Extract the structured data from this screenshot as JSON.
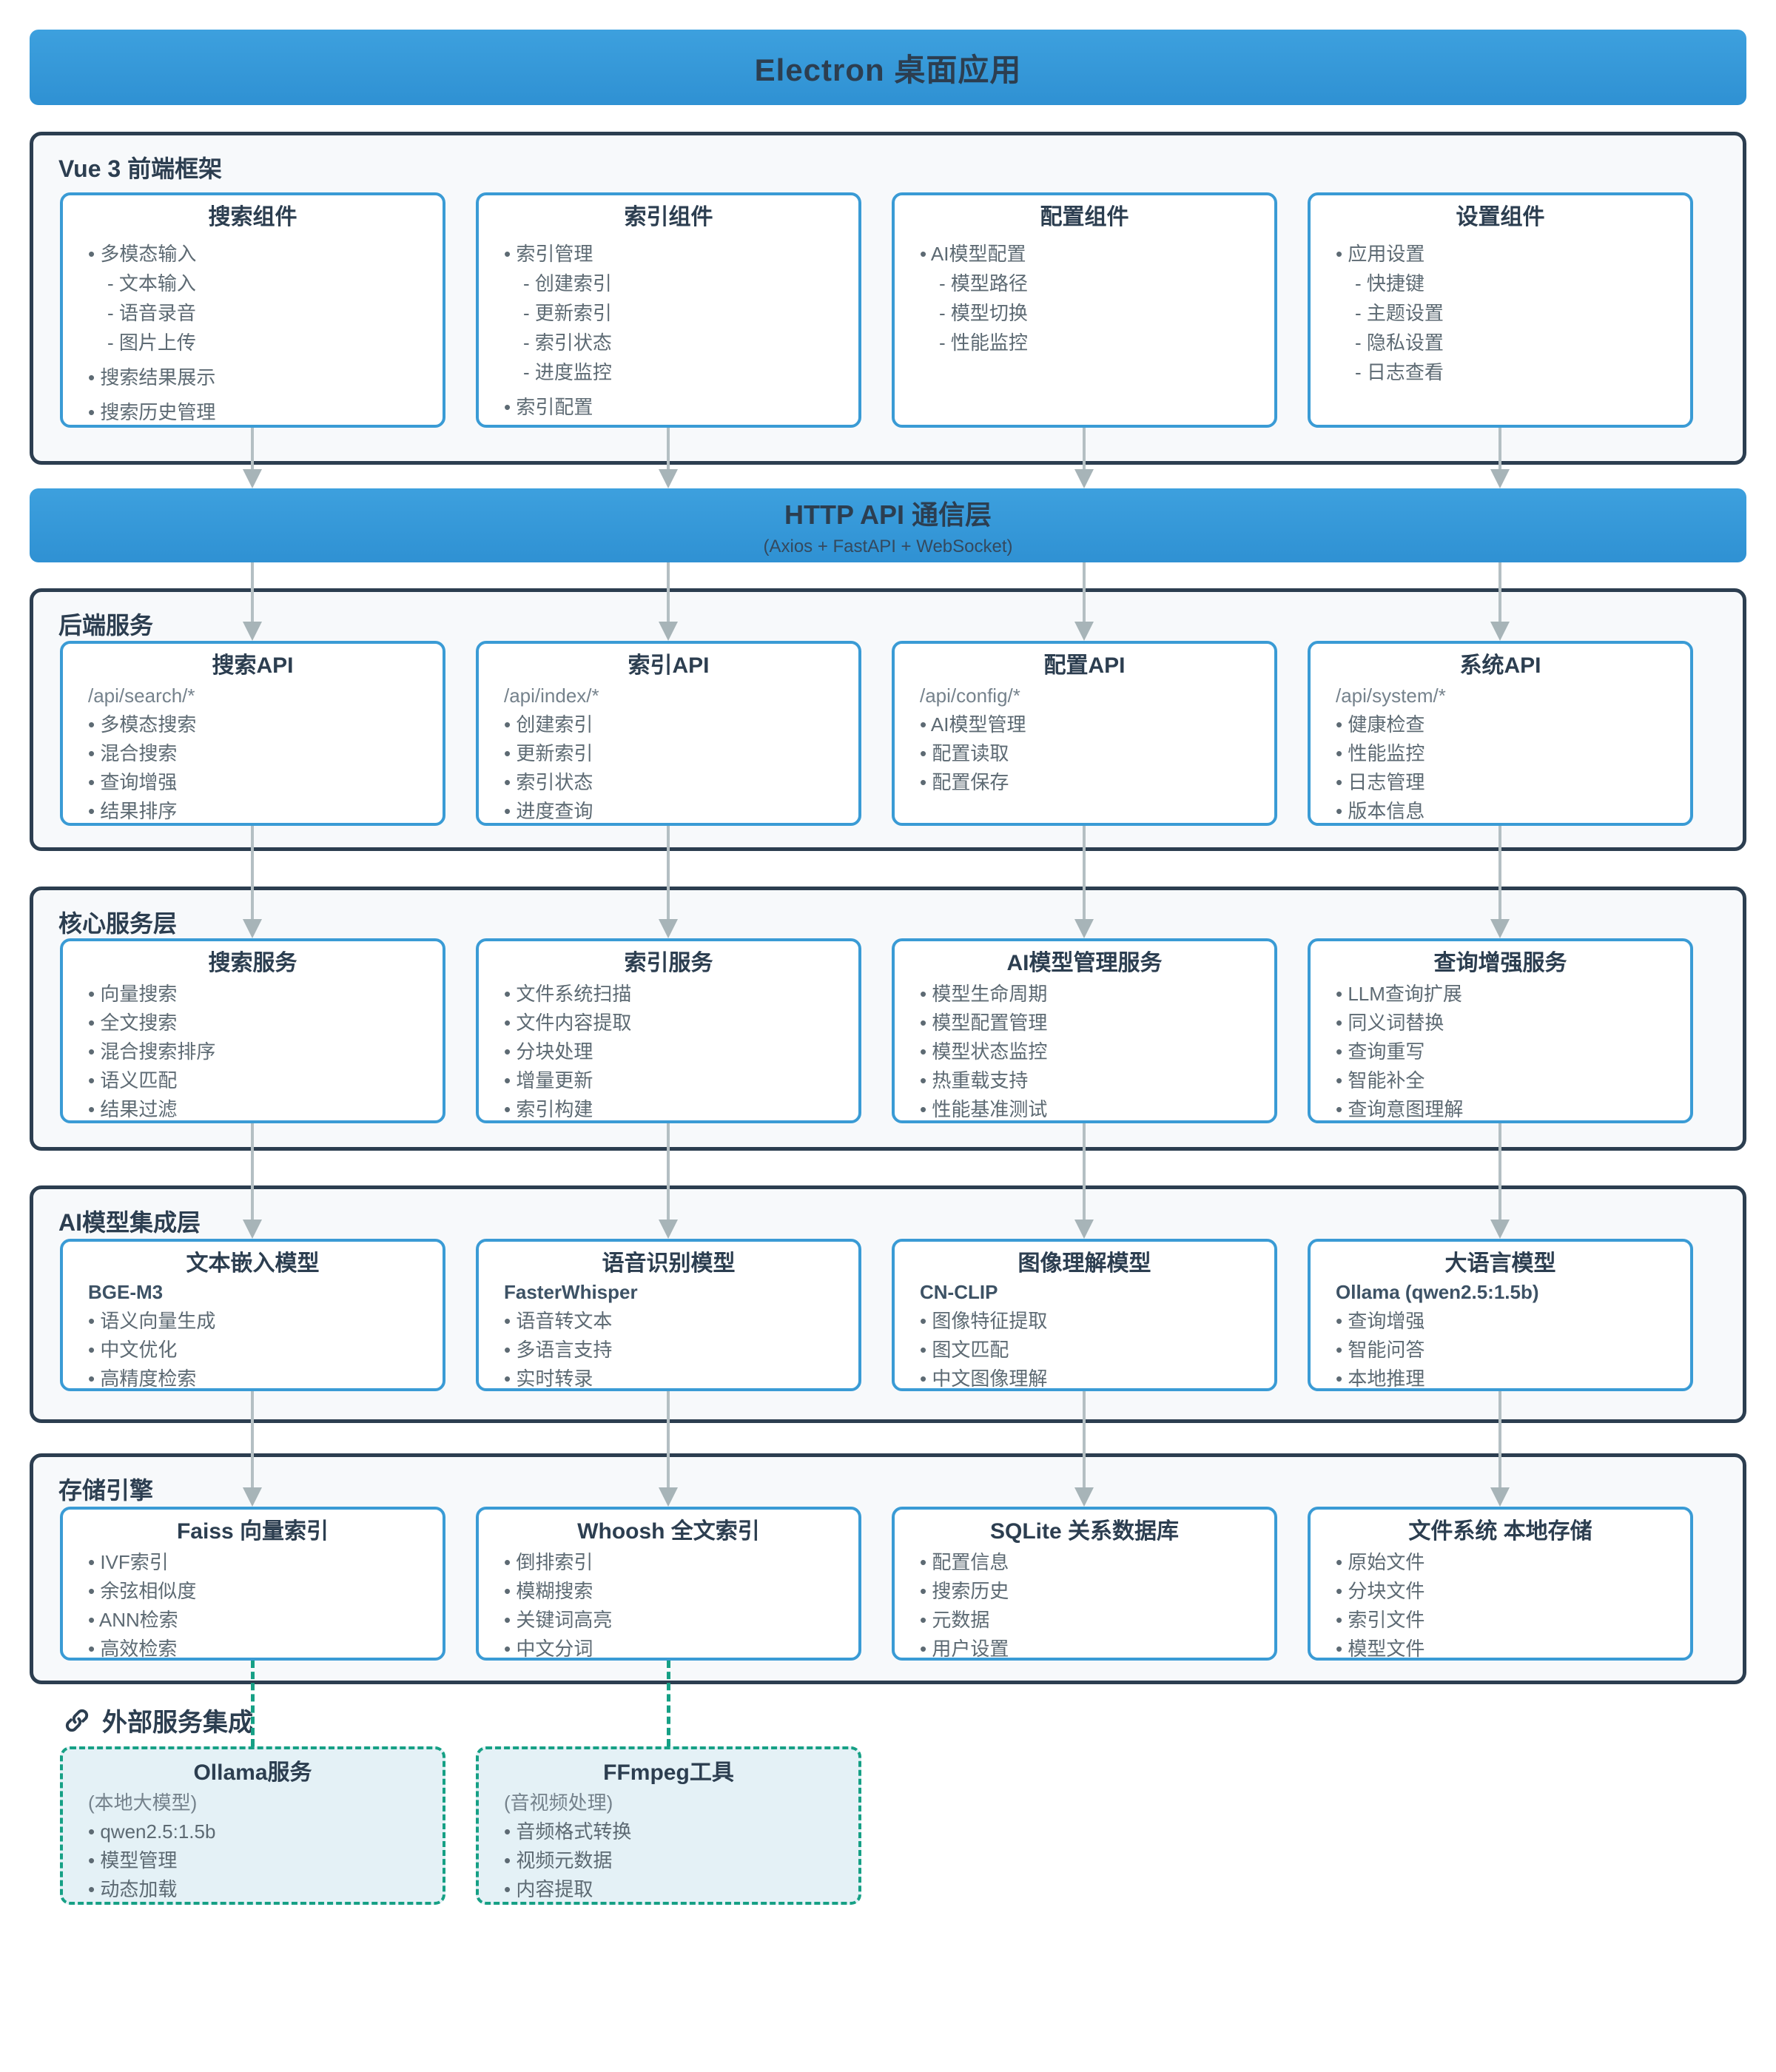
{
  "top_banner": {
    "title": "Electron 桌面应用"
  },
  "api_banner": {
    "title": "HTTP API 通信层",
    "subtitle": "(Axios + FastAPI + WebSocket)"
  },
  "layers": [
    {
      "heading": "Vue 3 前端框架",
      "boxes": [
        {
          "title": "搜索组件",
          "items": [
            {
              "t": "多模态输入",
              "l": 1
            },
            {
              "t": "文本输入",
              "l": 2
            },
            {
              "t": "语音录音",
              "l": 2
            },
            {
              "t": "图片上传",
              "l": 2
            },
            {
              "t": "搜索结果展示",
              "l": 1
            },
            {
              "t": "搜索历史管理",
              "l": 1
            }
          ]
        },
        {
          "title": "索引组件",
          "items": [
            {
              "t": "索引管理",
              "l": 1
            },
            {
              "t": "创建索引",
              "l": 2
            },
            {
              "t": "更新索引",
              "l": 2
            },
            {
              "t": "索引状态",
              "l": 2
            },
            {
              "t": "进度监控",
              "l": 2
            },
            {
              "t": "索引配置",
              "l": 1
            }
          ]
        },
        {
          "title": "配置组件",
          "items": [
            {
              "t": "AI模型配置",
              "l": 1
            },
            {
              "t": "模型路径",
              "l": 2
            },
            {
              "t": "模型切换",
              "l": 2
            },
            {
              "t": "性能监控",
              "l": 2
            }
          ]
        },
        {
          "title": "设置组件",
          "items": [
            {
              "t": "应用设置",
              "l": 1
            },
            {
              "t": "快捷键",
              "l": 2
            },
            {
              "t": "主题设置",
              "l": 2
            },
            {
              "t": "隐私设置",
              "l": 2
            },
            {
              "t": "日志查看",
              "l": 2
            }
          ]
        }
      ]
    },
    {
      "heading": "后端服务",
      "boxes": [
        {
          "title": "搜索API",
          "path": "/api/search/*",
          "items": [
            {
              "t": "多模态搜索",
              "l": 1
            },
            {
              "t": "混合搜索",
              "l": 1
            },
            {
              "t": "查询增强",
              "l": 1
            },
            {
              "t": "结果排序",
              "l": 1
            }
          ]
        },
        {
          "title": "索引API",
          "path": "/api/index/*",
          "items": [
            {
              "t": "创建索引",
              "l": 1
            },
            {
              "t": "更新索引",
              "l": 1
            },
            {
              "t": "索引状态",
              "l": 1
            },
            {
              "t": "进度查询",
              "l": 1
            }
          ]
        },
        {
          "title": "配置API",
          "path": "/api/config/*",
          "items": [
            {
              "t": "AI模型管理",
              "l": 1
            },
            {
              "t": "配置读取",
              "l": 1
            },
            {
              "t": "配置保存",
              "l": 1
            }
          ]
        },
        {
          "title": "系统API",
          "path": "/api/system/*",
          "items": [
            {
              "t": "健康检查",
              "l": 1
            },
            {
              "t": "性能监控",
              "l": 1
            },
            {
              "t": "日志管理",
              "l": 1
            },
            {
              "t": "版本信息",
              "l": 1
            }
          ]
        }
      ]
    },
    {
      "heading": "核心服务层",
      "boxes": [
        {
          "title": "搜索服务",
          "items": [
            {
              "t": "向量搜索",
              "l": 1
            },
            {
              "t": "全文搜索",
              "l": 1
            },
            {
              "t": "混合搜索排序",
              "l": 1
            },
            {
              "t": "语义匹配",
              "l": 1
            },
            {
              "t": "结果过滤",
              "l": 1
            }
          ]
        },
        {
          "title": "索引服务",
          "items": [
            {
              "t": "文件系统扫描",
              "l": 1
            },
            {
              "t": "文件内容提取",
              "l": 1
            },
            {
              "t": "分块处理",
              "l": 1
            },
            {
              "t": "增量更新",
              "l": 1
            },
            {
              "t": "索引构建",
              "l": 1
            }
          ]
        },
        {
          "title": "AI模型管理服务",
          "items": [
            {
              "t": "模型生命周期",
              "l": 1
            },
            {
              "t": "模型配置管理",
              "l": 1
            },
            {
              "t": "模型状态监控",
              "l": 1
            },
            {
              "t": "热重载支持",
              "l": 1
            },
            {
              "t": "性能基准测试",
              "l": 1
            }
          ]
        },
        {
          "title": "查询增强服务",
          "items": [
            {
              "t": "LLM查询扩展",
              "l": 1
            },
            {
              "t": "同义词替换",
              "l": 1
            },
            {
              "t": "查询重写",
              "l": 1
            },
            {
              "t": "智能补全",
              "l": 1
            },
            {
              "t": "查询意图理解",
              "l": 1
            }
          ]
        }
      ]
    },
    {
      "heading": "AI模型集成层",
      "boxes": [
        {
          "title": "文本嵌入模型",
          "model": "BGE-M3",
          "items": [
            {
              "t": "语义向量生成",
              "l": 1
            },
            {
              "t": "中文优化",
              "l": 1
            },
            {
              "t": "高精度检索",
              "l": 1
            }
          ]
        },
        {
          "title": "语音识别模型",
          "model": "FasterWhisper",
          "items": [
            {
              "t": "语音转文本",
              "l": 1
            },
            {
              "t": "多语言支持",
              "l": 1
            },
            {
              "t": "实时转录",
              "l": 1
            }
          ]
        },
        {
          "title": "图像理解模型",
          "model": "CN-CLIP",
          "items": [
            {
              "t": "图像特征提取",
              "l": 1
            },
            {
              "t": "图文匹配",
              "l": 1
            },
            {
              "t": "中文图像理解",
              "l": 1
            }
          ]
        },
        {
          "title": "大语言模型",
          "model": "Ollama (qwen2.5:1.5b)",
          "items": [
            {
              "t": "查询增强",
              "l": 1
            },
            {
              "t": "智能问答",
              "l": 1
            },
            {
              "t": "本地推理",
              "l": 1
            }
          ]
        }
      ]
    },
    {
      "heading": "存储引擎",
      "boxes": [
        {
          "title": "Faiss 向量索引",
          "items": [
            {
              "t": "IVF索引",
              "l": 1
            },
            {
              "t": "余弦相似度",
              "l": 1
            },
            {
              "t": "ANN检索",
              "l": 1
            },
            {
              "t": "高效检索",
              "l": 1
            }
          ]
        },
        {
          "title": "Whoosh 全文索引",
          "items": [
            {
              "t": "倒排索引",
              "l": 1
            },
            {
              "t": "模糊搜索",
              "l": 1
            },
            {
              "t": "关键词高亮",
              "l": 1
            },
            {
              "t": "中文分词",
              "l": 1
            }
          ]
        },
        {
          "title": "SQLite 关系数据库",
          "items": [
            {
              "t": "配置信息",
              "l": 1
            },
            {
              "t": "搜索历史",
              "l": 1
            },
            {
              "t": "元数据",
              "l": 1
            },
            {
              "t": "用户设置",
              "l": 1
            }
          ]
        },
        {
          "title": "文件系统 本地存储",
          "items": [
            {
              "t": "原始文件",
              "l": 1
            },
            {
              "t": "分块文件",
              "l": 1
            },
            {
              "t": "索引文件",
              "l": 1
            },
            {
              "t": "模型文件",
              "l": 1
            }
          ]
        }
      ]
    }
  ],
  "external": {
    "heading": "外部服务集成",
    "boxes": [
      {
        "title": "Ollama服务",
        "subtitle": "(本地大模型)",
        "items": [
          {
            "t": "qwen2.5:1.5b",
            "l": 1
          },
          {
            "t": "模型管理",
            "l": 1
          },
          {
            "t": "动态加载",
            "l": 1
          }
        ]
      },
      {
        "title": "FFmpeg工具",
        "subtitle": "(音视频处理)",
        "items": [
          {
            "t": "音频格式转换",
            "l": 1
          },
          {
            "t": "视频元数据",
            "l": 1
          },
          {
            "t": "内容提取",
            "l": 1
          }
        ]
      }
    ]
  },
  "colors": {
    "banner_blue": "#3498db",
    "ink_navy": "#2c3e50",
    "box_border_blue": "#3a9bd5",
    "section_bg": "#f7f9fb",
    "item_gray": "#5d6a73",
    "arrow_gray": "#b4bfc3",
    "external_teal": "#16a085",
    "external_bg": "#e4f1f6"
  }
}
